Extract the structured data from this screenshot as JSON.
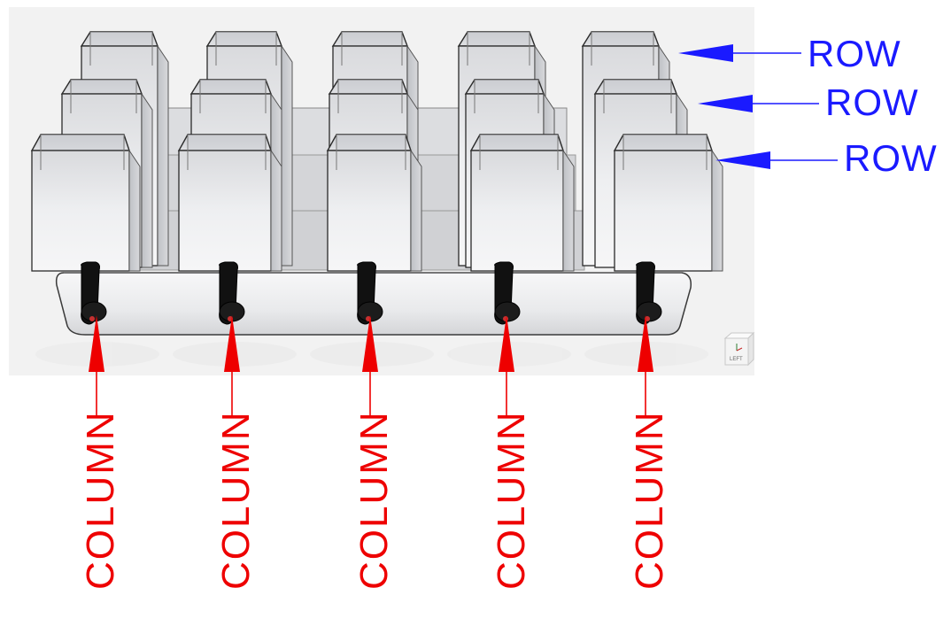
{
  "row_labels": [
    "ROW",
    "ROW",
    "ROW"
  ],
  "column_labels": [
    "COLUMN",
    "COLUMN",
    "COLUMN",
    "COLUMN",
    "COLUMN"
  ],
  "view_cube": {
    "label": "LEFT"
  },
  "colors": {
    "row_annotation": "#1a1aff",
    "column_annotation": "#ee0000",
    "bin_fill": "#e4e5e8",
    "bin_edge": "#2a2a2a",
    "viewport_bg": "#f2f2f2"
  }
}
